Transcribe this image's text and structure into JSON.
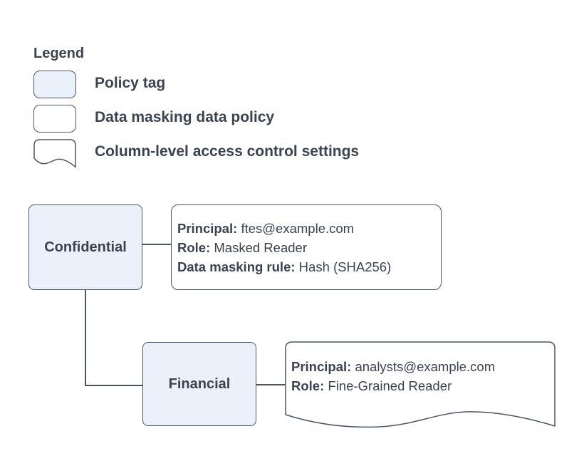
{
  "colors": {
    "background": "#ffffff",
    "policy_tag_fill": "#ebf1fb",
    "shape_border": "#4b5563",
    "connector": "#4b5563",
    "text": "#3b4351"
  },
  "legend": {
    "title": "Legend",
    "items": [
      {
        "swatch": "policy-tag-swatch",
        "label": "Policy tag"
      },
      {
        "swatch": "data-masking-policy-swatch",
        "label": "Data masking data policy"
      },
      {
        "swatch": "column-access-settings-swatch",
        "label": "Column-level access control settings"
      }
    ]
  },
  "diagram": {
    "policy_tags": [
      {
        "name": "Confidential"
      },
      {
        "name": "Financial"
      }
    ],
    "data_masking_policy": {
      "principal_label": "Principal:",
      "principal": "ftes@example.com",
      "role_label": "Role:",
      "role": "Masked Reader",
      "rule_label": "Data masking rule:",
      "rule": "Hash (SHA256)"
    },
    "column_access_settings": {
      "principal_label": "Principal:",
      "principal": "analysts@example.com",
      "role_label": "Role:",
      "role": "Fine-Grained Reader"
    }
  }
}
